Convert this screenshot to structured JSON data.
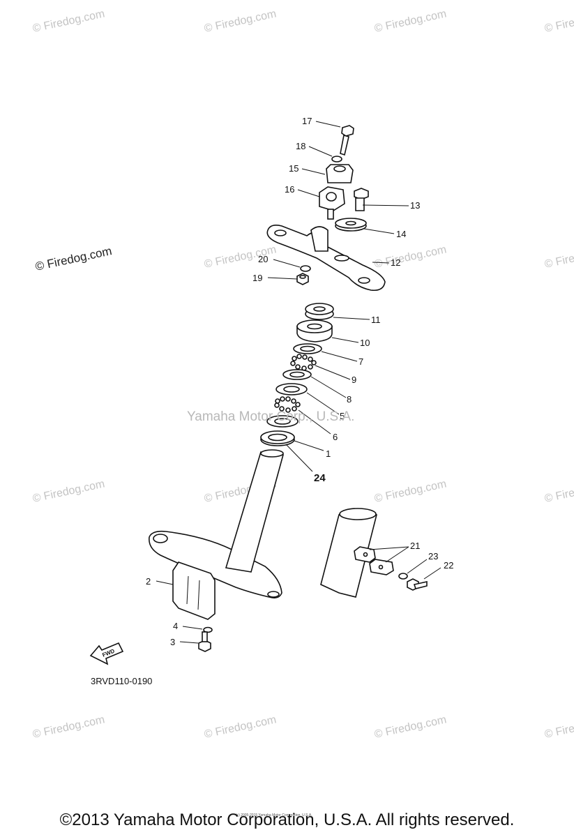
{
  "watermark": "© Firedog.com",
  "center_watermark": "Yamaha Motor Corp., U.S.A.",
  "diagram_code": "3RVD110-0190",
  "fwd_label": "FWD",
  "tiny_copyright": "(c) 2005-2015 Yamaha Motor Corporation, U.S.A.",
  "footer": "©2013 Yamaha Motor Corporation, U.S.A. All rights reserved.",
  "callouts": {
    "c1": "1",
    "c2": "2",
    "c3": "3",
    "c4": "4",
    "c5": "5",
    "c6": "6",
    "c7": "7",
    "c8": "8",
    "c9": "9",
    "c10": "10",
    "c11": "11",
    "c12": "12",
    "c13": "13",
    "c14": "14",
    "c15": "15",
    "c16": "16",
    "c17": "17",
    "c18": "18",
    "c19": "19",
    "c20": "20",
    "c21": "21",
    "c22": "22",
    "c23": "23",
    "c24": "24"
  }
}
